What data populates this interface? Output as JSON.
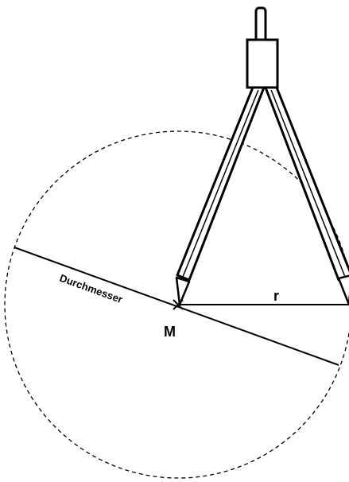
{
  "labels": {
    "diameter": "Durchmesser",
    "center": "M",
    "radius": "r"
  },
  "colors": {
    "stroke": "#000000",
    "fill": "#ffffff"
  }
}
